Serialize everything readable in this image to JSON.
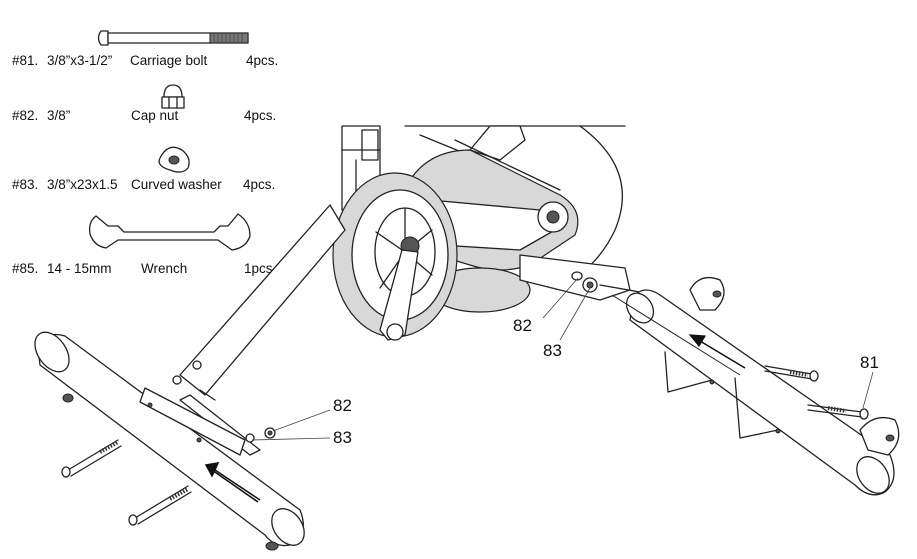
{
  "parts": [
    {
      "id": "#81.",
      "spec": "3/8”x3-1/2”",
      "name": "Carriage bolt",
      "qty": "4pcs.",
      "icon": "carriage-bolt-icon"
    },
    {
      "id": "#82.",
      "spec": "3/8”",
      "name": "Cap nut",
      "qty": "4pcs.",
      "icon": "cap-nut-icon"
    },
    {
      "id": "#83.",
      "spec": "3/8”x23x1.5",
      "name": "Curved washer",
      "qty": "4pcs.",
      "icon": "curved-washer-icon"
    },
    {
      "id": "#85.",
      "spec": "14 - 15mm",
      "name": "Wrench",
      "qty": "1pcs.",
      "icon": "wrench-icon"
    }
  ],
  "callouts": {
    "front_nut": "82",
    "front_washer": "83",
    "rear_nut": "82",
    "rear_washer": "83",
    "rear_bolt": "81"
  }
}
